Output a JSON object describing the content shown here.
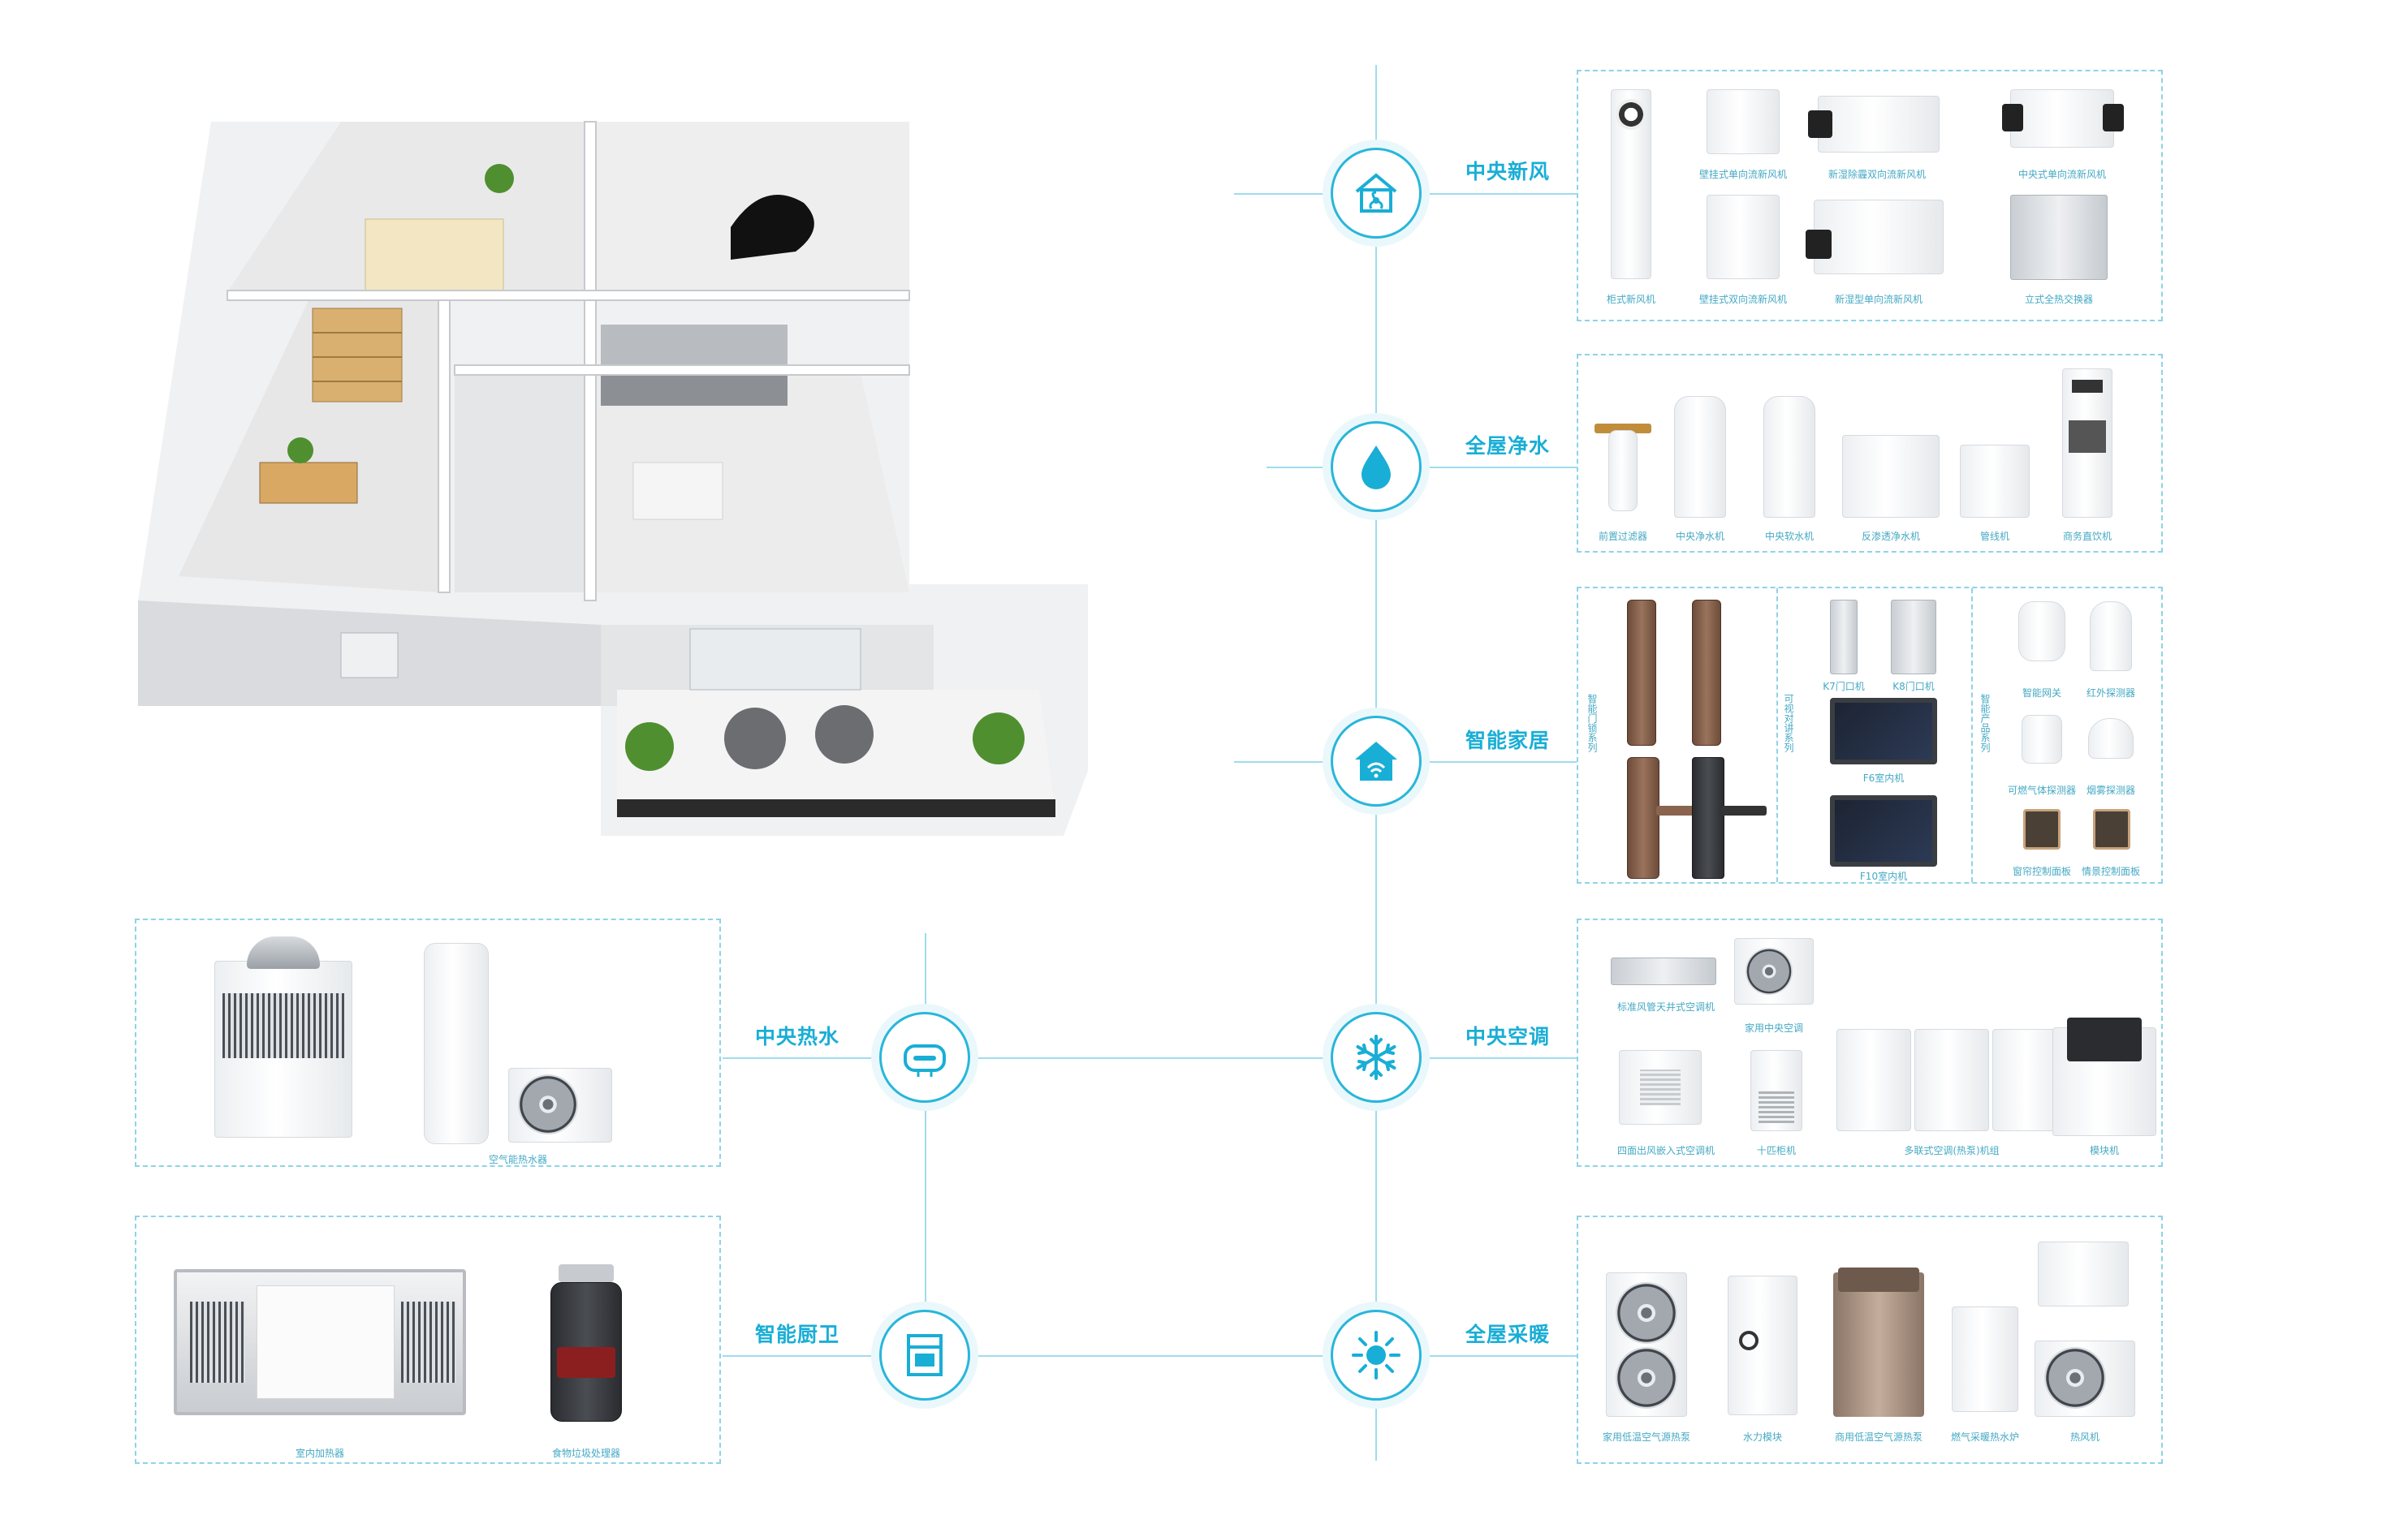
{
  "categories": [
    {
      "id": "fresh-air",
      "label": "中央新风",
      "icon": "house-fan-icon"
    },
    {
      "id": "water",
      "label": "全屋净水",
      "icon": "water-drop-icon"
    },
    {
      "id": "smart-home",
      "label": "智能家居",
      "icon": "smart-home-wifi-icon"
    },
    {
      "id": "ac",
      "label": "中央空调",
      "icon": "snowflake-icon"
    },
    {
      "id": "heating",
      "label": "全屋采暖",
      "icon": "sun-icon"
    },
    {
      "id": "hot-water",
      "label": "中央热水",
      "icon": "water-heater-icon"
    },
    {
      "id": "kitchen",
      "label": "智能厨卫",
      "icon": "kitchen-appliance-icon"
    }
  ],
  "fresh_air": {
    "products": [
      "柜式新风机",
      "壁挂式单向流新风机",
      "新湿除霾双向流新风机",
      "中央式单向流新风机",
      "壁挂式双向流新风机",
      "新湿型单向流新风机",
      "立式全热交换器"
    ]
  },
  "water": {
    "products": [
      "前置过滤器",
      "中央净水机",
      "中央软水机",
      "反渗透净水机",
      "管线机",
      "商务直饮机"
    ]
  },
  "smart_home": {
    "group_labels": [
      "智能门锁系列",
      "可视对讲系列",
      "智能产品系列"
    ],
    "intercom": [
      "K7门口机",
      "K8门口机",
      "F6室内机",
      "F10室内机"
    ],
    "sensors": [
      "智能网关",
      "红外探测器",
      "可燃气体探测器",
      "烟雾探测器",
      "窗帘控制面板",
      "情景控制面板"
    ]
  },
  "ac": {
    "products": [
      "标准风管天井式空调机",
      "家用中央空调",
      "四面出风嵌入式空调机",
      "十匹柜机",
      "多联式空调(热泵)机组",
      "模块机"
    ]
  },
  "heating": {
    "products": [
      "家用低温空气源热泵",
      "水力模块",
      "商用低温空气源热泵",
      "燃气采暖热水炉",
      "热风机"
    ]
  },
  "hot_water": {
    "products": [
      "空气能热水器"
    ]
  },
  "kitchen": {
    "products": [
      "室内加热器",
      "食物垃圾处理器"
    ]
  },
  "colors": {
    "accent": "#19aed6",
    "line": "#9fdcee",
    "border": "#8fd3e8"
  }
}
